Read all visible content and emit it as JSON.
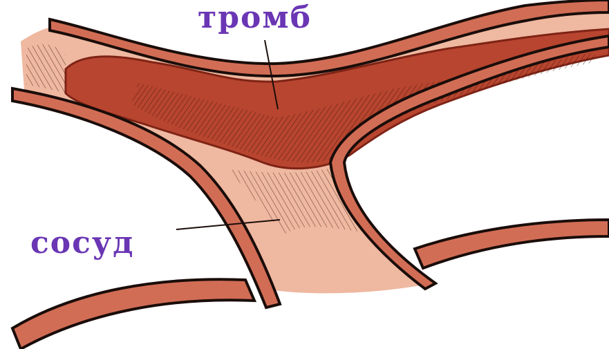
{
  "labels": {
    "thrombus": "тромб",
    "vessel": "сосуд"
  },
  "colors": {
    "label_text": "#6a36b4",
    "vessel_wall": "#d26d55",
    "vessel_outline": "#1a0d0a",
    "lumen": "#efb8a0",
    "thrombus": "#b8452f",
    "thrombus_dark": "#7e2316",
    "hatching": "#2a0d08"
  },
  "icons": [
    "leader-line",
    "hatching-texture"
  ]
}
